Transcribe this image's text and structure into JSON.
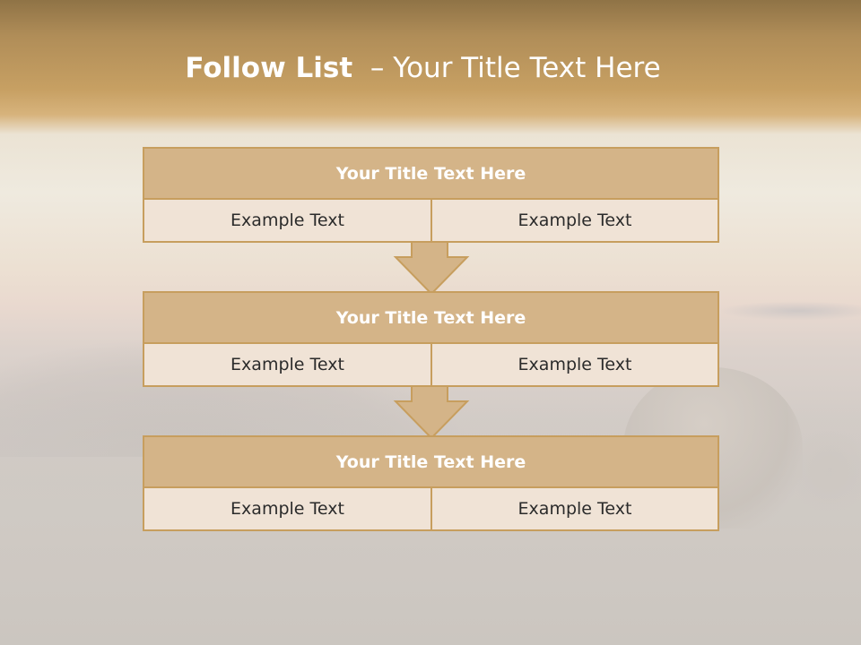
{
  "slide": {
    "title_bold": "Follow List",
    "title_rest": "– Your Title Text Here"
  },
  "boxes": [
    {
      "title": "Your Title Text Here",
      "left": "Example Text",
      "right": "Example Text"
    },
    {
      "title": "Your Title Text Here",
      "left": "Example Text",
      "right": "Example Text"
    },
    {
      "title": "Your Title Text Here",
      "left": "Example Text",
      "right": "Example Text"
    }
  ],
  "colors": {
    "header_fill": "#d4b488",
    "cell_fill": "#f0e3d6",
    "border": "#c79e5e",
    "title_text": "#ffffff",
    "body_text": "#2b2b2b"
  }
}
